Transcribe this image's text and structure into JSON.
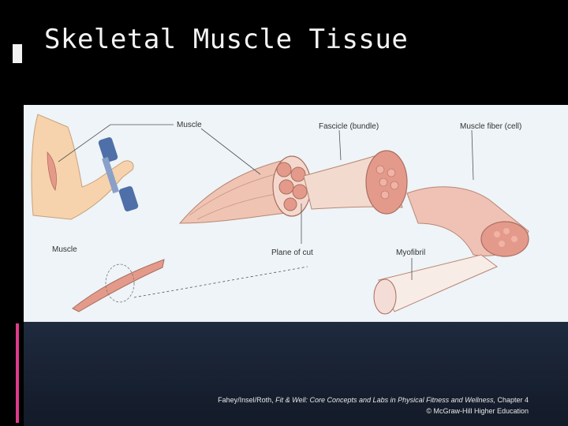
{
  "slide": {
    "title": "Skeletal Muscle Tissue"
  },
  "figure": {
    "labels": {
      "muscle_top": "Muscle",
      "fascicle": "Fascicle (bundle)",
      "muscle_fiber": "Muscle fiber (cell)",
      "muscle_left": "Muscle",
      "plane_of_cut": "Plane of cut",
      "myofibril": "Myofibril"
    }
  },
  "credit": {
    "authors": "Fahey/Insel/Roth, ",
    "book_title": "Fit & Well: Core Concepts and Labs in Physical Fitness and Wellness,",
    "chapter": " Chapter 4",
    "copyright": "© McGraw-Hill Higher Education"
  },
  "colors": {
    "background": "#000000",
    "figure_bg": "#eef4f7",
    "accent": "#e03a8c",
    "muscle": "#e49a8a",
    "skin": "#f6d3ad",
    "dumbbell": "#4f6fa8"
  }
}
